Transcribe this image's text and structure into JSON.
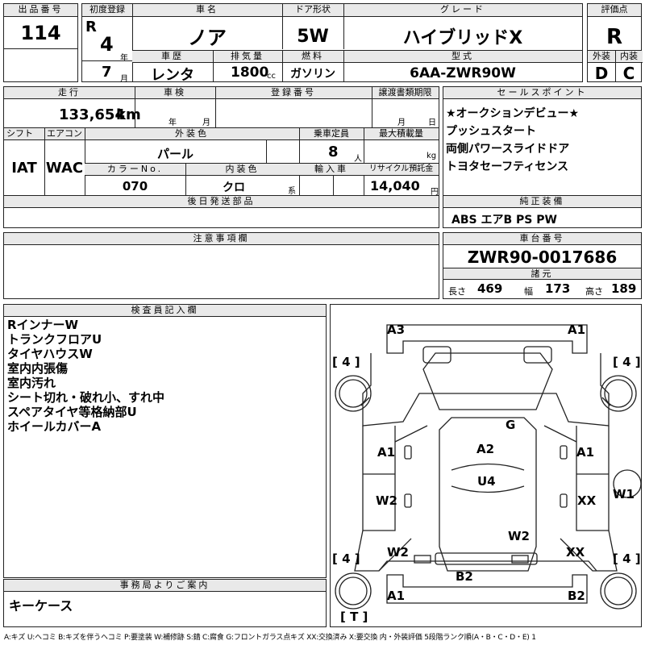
{
  "header": {
    "lot_no_label": "出品番号",
    "lot_no": "114",
    "first_reg_label": "初度登録",
    "era": "R",
    "year_num": "4",
    "year_unit": "年",
    "month_num": "7",
    "month_unit": "月",
    "car_name_label": "車名",
    "car_name": "ノア",
    "door_label": "ドア形状",
    "door": "5W",
    "grade_label": "グレード",
    "grade": "ハイブリッドX",
    "rating_label": "評価点",
    "rating": "R",
    "history_label": "車歴",
    "history": "レンタ",
    "displacement_label": "排気量",
    "displacement": "1800",
    "displacement_unit": "cc",
    "fuel_label": "燃料",
    "fuel": "ガソリン",
    "model_label": "型式",
    "model": "6AA-ZWR90W",
    "exterior_label": "外装",
    "exterior": "D",
    "interior_label": "内装",
    "interior": "C"
  },
  "mid": {
    "mileage_label": "走行",
    "mileage": "133,654",
    "mileage_unit": "km",
    "inspection_label": "車検",
    "inspection_year": "年",
    "inspection_month": "月",
    "reg_no_label": "登録番号",
    "transfer_label": "譲渡書類期限",
    "transfer_month": "月",
    "transfer_day": "日",
    "shift_label": "シフト",
    "shift": "IAT",
    "ac_label": "エアコン",
    "ac": "WAC",
    "ext_color_label": "外装色",
    "ext_color": "パール",
    "capacity_label": "乗車定員",
    "capacity": "8",
    "capacity_unit": "人",
    "load_label": "最大積載量",
    "load_unit": "kg",
    "color_no_label": "カラーNo.",
    "color_no": "070",
    "int_color_label": "内装色",
    "int_color": "クロ",
    "int_color_unit": "系",
    "import_label": "輸入車",
    "recycle_label": "リサイクル預託金",
    "recycle": "14,040",
    "recycle_unit": "円",
    "later_parts_label": "後日発送部品",
    "notes_label": "注意事項欄"
  },
  "sales": {
    "label": "セールスポイント",
    "items": [
      "★オークションデビュー★",
      "プッシュスタート",
      "両側パワースライドドア",
      "トヨタセーフティセンス"
    ]
  },
  "equipment": {
    "label": "純正装備",
    "value": "ABS エアB PS PW"
  },
  "chassis": {
    "label": "車台番号",
    "value": "ZWR90-0017686"
  },
  "specs": {
    "label": "諸元",
    "length_label": "長さ",
    "length": "469",
    "width_label": "幅",
    "width": "173",
    "height_label": "高さ",
    "height": "189"
  },
  "inspector": {
    "label": "検査員記入欄",
    "items": [
      "RインナーW",
      "トランクフロアU",
      "タイヤハウスW",
      "室内内張傷",
      "室内汚れ",
      "シート切れ・破れ小、すれ中",
      "スペアタイヤ等格納部U",
      "ホイールカバーA"
    ]
  },
  "office": {
    "label": "事務局よりご案内",
    "value": "キーケース"
  },
  "diagram": {
    "tire_fl": "[ 4 ]",
    "tire_fr": "[ 4 ]",
    "tire_rl": "[ 4 ]",
    "tire_rr": "[ 4 ]",
    "spare": "[ T ]",
    "marks": {
      "a3": "A3",
      "a1_top": "A1",
      "g": "G",
      "a1_left": "A1",
      "a2": "A2",
      "a1_right": "A1",
      "u4": "U4",
      "w2_left": "W2",
      "xx_right": "XX",
      "w1": "W1",
      "w2_center": "W2",
      "w2_lower_left": "W2",
      "xx_lower_right": "XX",
      "b2_center": "B2",
      "a1_bottom": "A1",
      "b2_bottom": "B2"
    }
  },
  "legend": "A:キズ U:ヘコミ B:キズを伴うヘコミ P:要塗装 W:補修跡 S:錆 C:腐食 G:フロントガラス点キズ XX:交換済み X:要交換 内・外装評価 5段階ランク順(A・B・C・D・E) 1"
}
